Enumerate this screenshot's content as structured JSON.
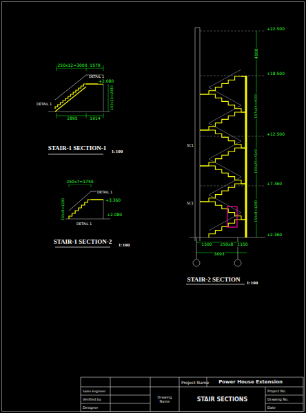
{
  "diagram": {
    "nodes": [
      {
        "text": [
          "Project Name",
          "Power House Extension"
        ]
      },
      {
        "text": [
          "Sales Engineer"
        ]
      },
      {
        "text": [
          "Verified by"
        ]
      },
      {
        "text": [
          "Designer"
        ]
      },
      {
        "text": [
          "Drawing Name"
        ]
      },
      {
        "text": [
          "STAIR SECTIONS"
        ]
      },
      {
        "text": [
          "Project No."
        ]
      },
      {
        "text": [
          "Drawing No."
        ]
      },
      {
        "text": [
          "Date"
        ]
      }
    ],
    "labels": [
      "250x12=3000",
      "1579",
      "DETAIL 1",
      "+2.080",
      "DETAIL 1",
      "160x13=2080",
      "2895",
      "1914",
      "STAIR-1 SECTION-1",
      "1:100",
      "250x7=1750",
      "DETAIL 1",
      "+3.360",
      "+2.080",
      "160x8=1280",
      "DETAIL 1",
      "STAIR-1 SECTION-2",
      "1:100",
      "+22.500",
      "+18.500",
      "+12.500",
      "+7.360",
      "+2.360",
      "4000",
      "167x24=4000",
      "160x25=4140",
      "160x8=1280",
      "SC1",
      "SC1",
      "1500",
      "250x8",
      "1150",
      "3693",
      "STAIR-2 SECTION",
      "1:100"
    ]
  }
}
